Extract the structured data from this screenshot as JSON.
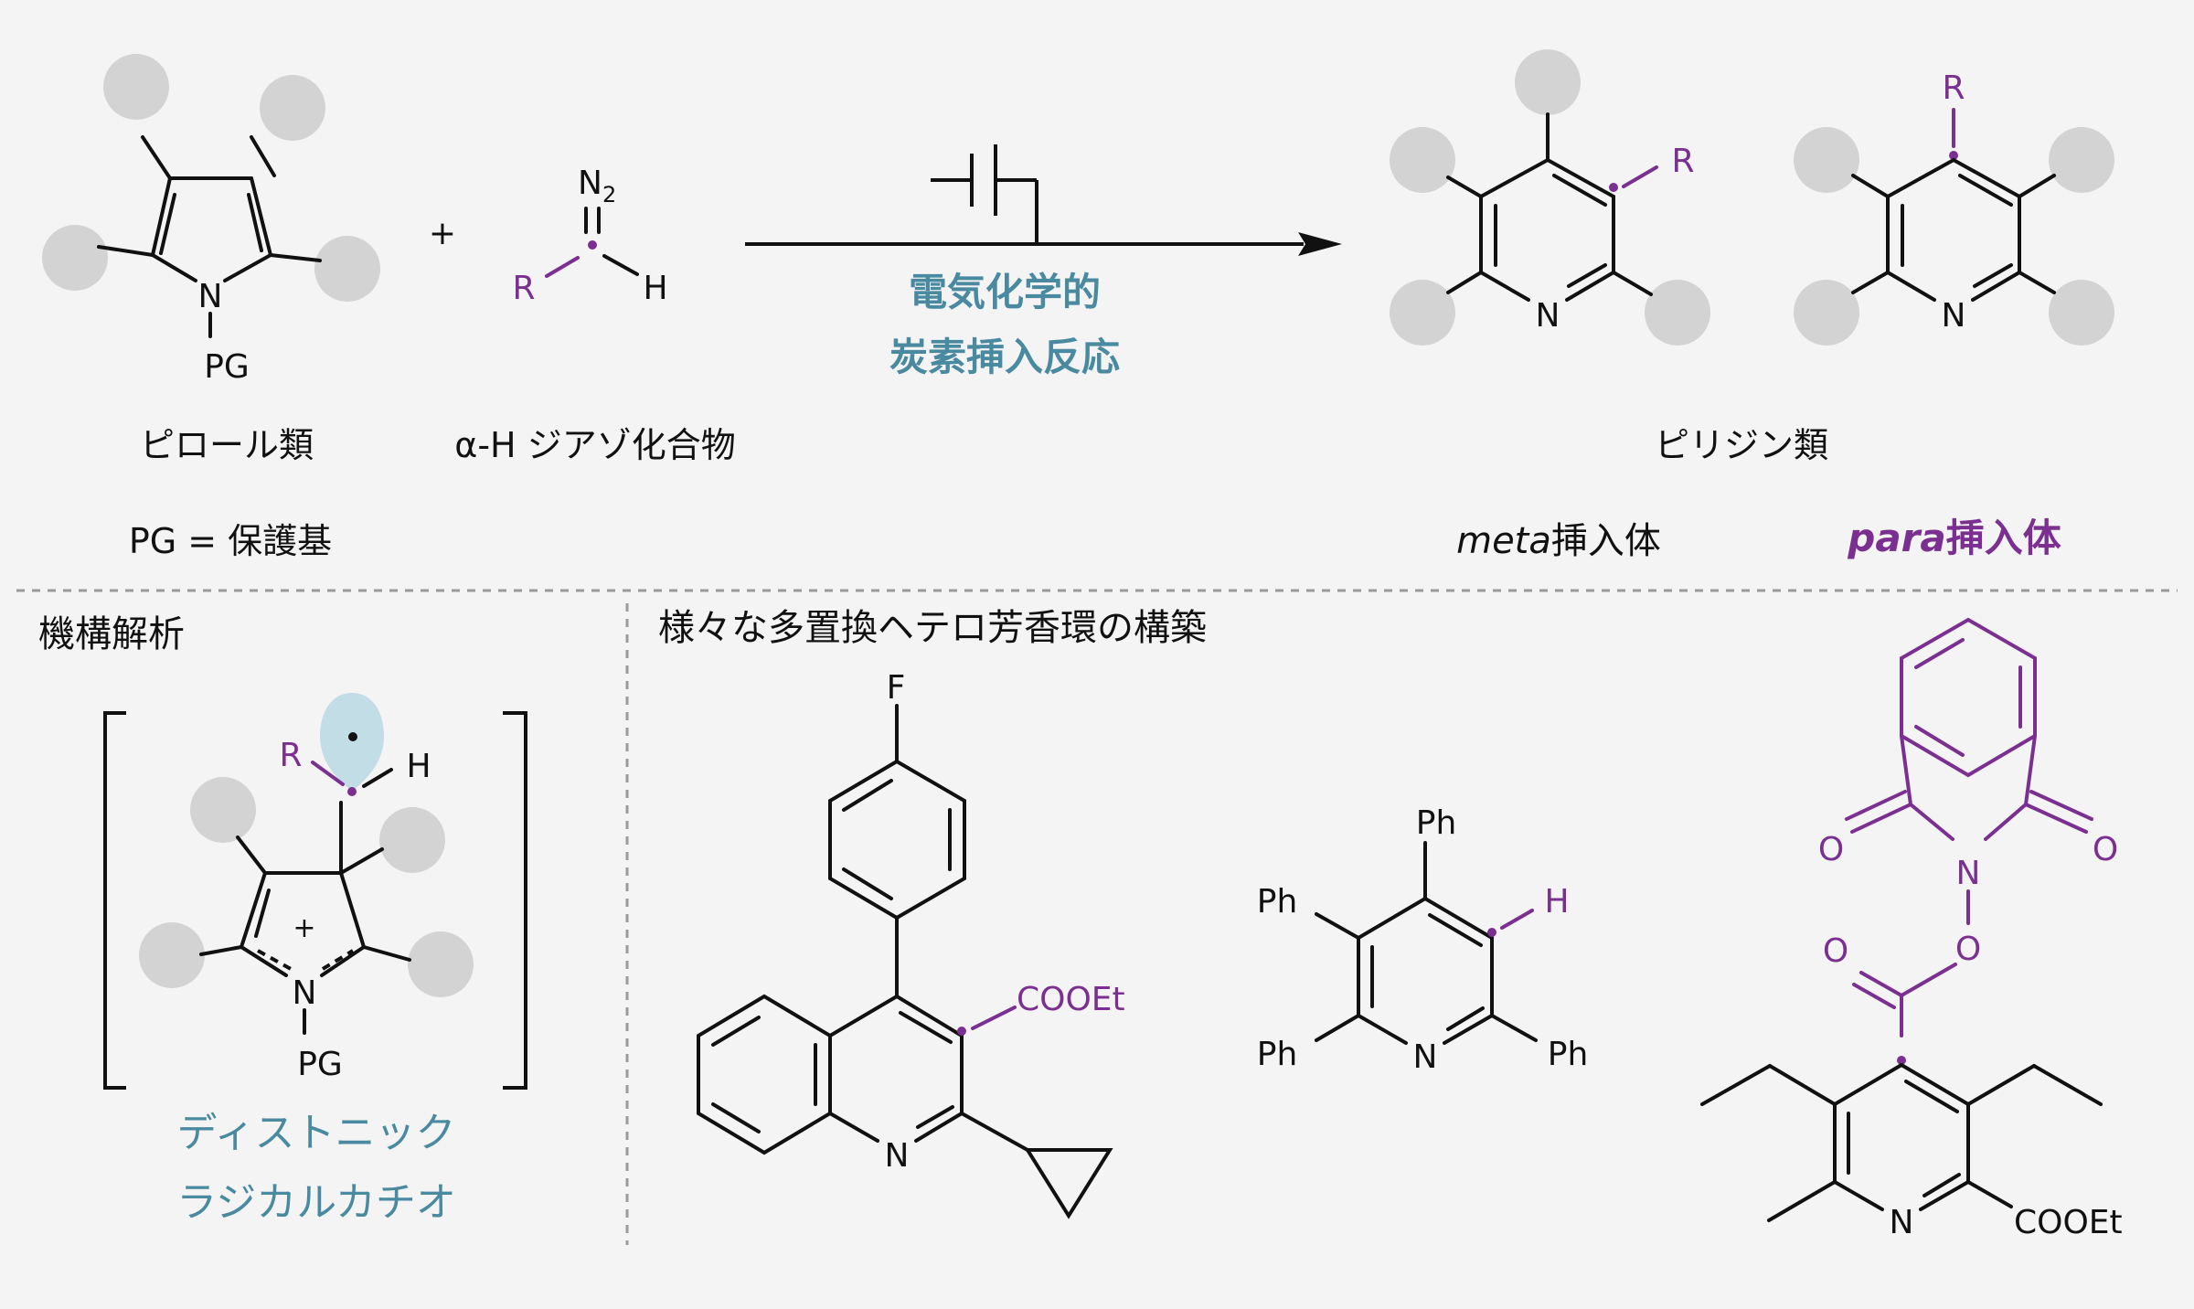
{
  "colors": {
    "purple": "#7b2f91",
    "teal": "#4a8aa0",
    "gray": "#d3d3d3",
    "black": "#111111",
    "background": "#f4f4f4"
  },
  "top": {
    "pyrrole_N": "N",
    "pyrrole_PG": "PG",
    "plus": "+",
    "diazo_N2": "N",
    "diazo_N2_sub": "2",
    "diazo_eq": "=",
    "diazo_R": "R",
    "diazo_H": "H",
    "pyrrole_label": "ピロール類",
    "diazo_label": "α-H ジアゾ化合物",
    "pg_note": "PG = 保護基",
    "reaction_line1": "電気化学的",
    "reaction_line2": "炭素挿入反応",
    "pyridine_label": "ピリジン類",
    "meta_R": "R",
    "meta_N": "N",
    "para_R": "R",
    "para_N": "N",
    "meta_italic": "meta",
    "meta_rest": "挿入体",
    "para_italic": "para",
    "para_rest": "挿入体"
  },
  "mechanism": {
    "title": "機構解析",
    "R": "R",
    "H": "H",
    "plus": "+",
    "N": "N",
    "PG": "PG",
    "caption_line1": "ディストニック",
    "caption_line2": "ラジカルカチオ"
  },
  "scope": {
    "title": "様々な多置換ヘテロ芳香環の構築",
    "quinoline": {
      "F": "F",
      "COOEt": "COOEt",
      "N": "N"
    },
    "pentaphenyl": {
      "Ph_top": "Ph",
      "Ph_left": "Ph",
      "H": "H",
      "Ph_bl": "Ph",
      "N": "N",
      "Ph_br": "Ph"
    },
    "phth": {
      "O_left": "O",
      "O_right": "O",
      "N": "N",
      "O_link": "O",
      "O_carbonyl": "O",
      "N_ring": "N",
      "COOEt": "COOEt"
    }
  }
}
